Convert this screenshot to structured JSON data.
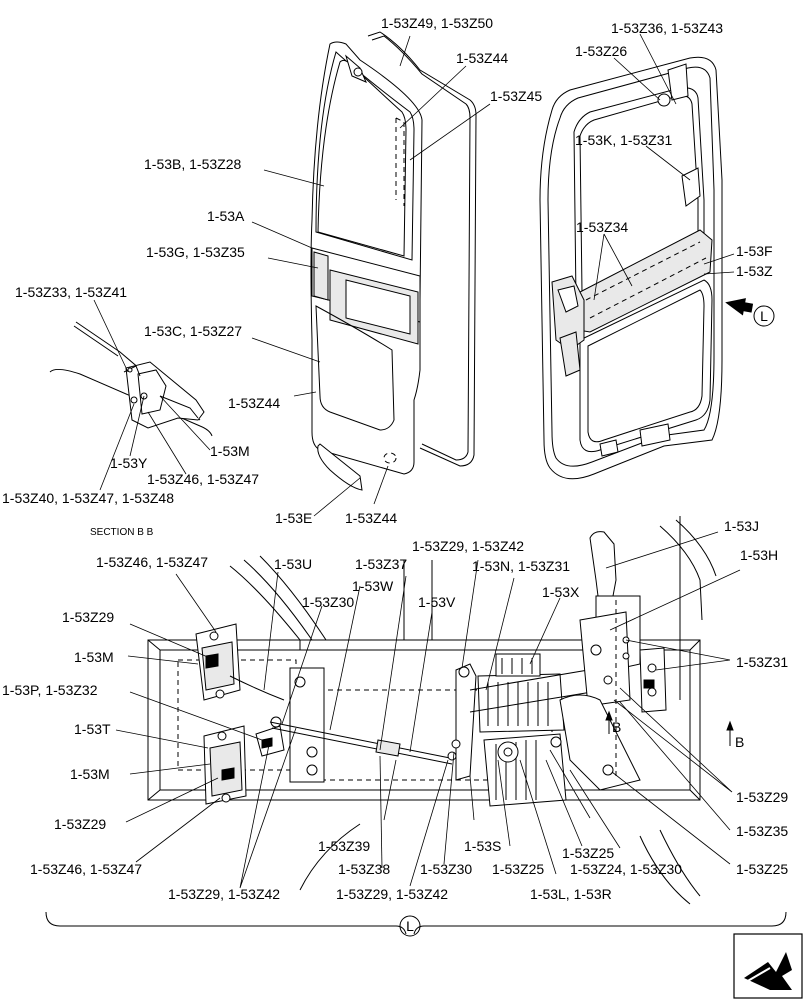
{
  "labels": {
    "z49_z50": "1-53Z49, 1-53Z50",
    "z36_z43": "1-53Z36, 1-53Z43",
    "z26": "1-53Z26",
    "z44_top": "1-53Z44",
    "z45": "1-53Z45",
    "b_z28": "1-53B, 1-53Z28",
    "k_z31": "1-53K, 1-53Z31",
    "a": "1-53A",
    "z34": "1-53Z34",
    "g_z35": "1-53G, 1-53Z35",
    "f": "1-53F",
    "z": "1-53Z",
    "z33_z41": "1-53Z33, 1-53Z41",
    "c_z27": "1-53C, 1-53Z27",
    "z44_mid": "1-53Z44",
    "m_upper": "1-53M",
    "y": "1-53Y",
    "z46_z47_upper": "1-53Z46, 1-53Z47",
    "z40_z47_z48": "1-53Z40, 1-53Z47, 1-53Z48",
    "e": "1-53E",
    "z44_bottom": "1-53Z44",
    "section": "SECTION B B",
    "z29_z42_top": "1-53Z29, 1-53Z42",
    "j": "1-53J",
    "z46_z47_a": "1-53Z46, 1-53Z47",
    "u": "1-53U",
    "z37": "1-53Z37",
    "n_z31": "1-53N, 1-53Z31",
    "h": "1-53H",
    "w": "1-53W",
    "x": "1-53X",
    "z30_top": "1-53Z30",
    "v": "1-53V",
    "z29_a": "1-53Z29",
    "m_a": "1-53M",
    "z31_right": "1-53Z31",
    "p_z32": "1-53P, 1-53Z32",
    "t": "1-53T",
    "m_b": "1-53M",
    "z29_b": "1-53Z29",
    "z29_right": "1-53Z29",
    "z35_right": "1-53Z35",
    "z46_z47_b": "1-53Z46, 1-53Z47",
    "z39": "1-53Z39",
    "s": "1-53S",
    "z25_a": "1-53Z25",
    "z25_b": "1-53Z25",
    "z25_right": "1-53Z25",
    "z38": "1-53Z38",
    "z30_bottom": "1-53Z30",
    "z24_z30": "1-53Z24, 1-53Z30",
    "z29_z42_left": "1-53Z29, 1-53Z42",
    "z29_z42_mid": "1-53Z29, 1-53Z42",
    "l_r": "1-53L, 1-53R",
    "view_letter": "L",
    "section_marker": "B"
  },
  "icons": {
    "corner": "navigation-arrow-icon"
  }
}
